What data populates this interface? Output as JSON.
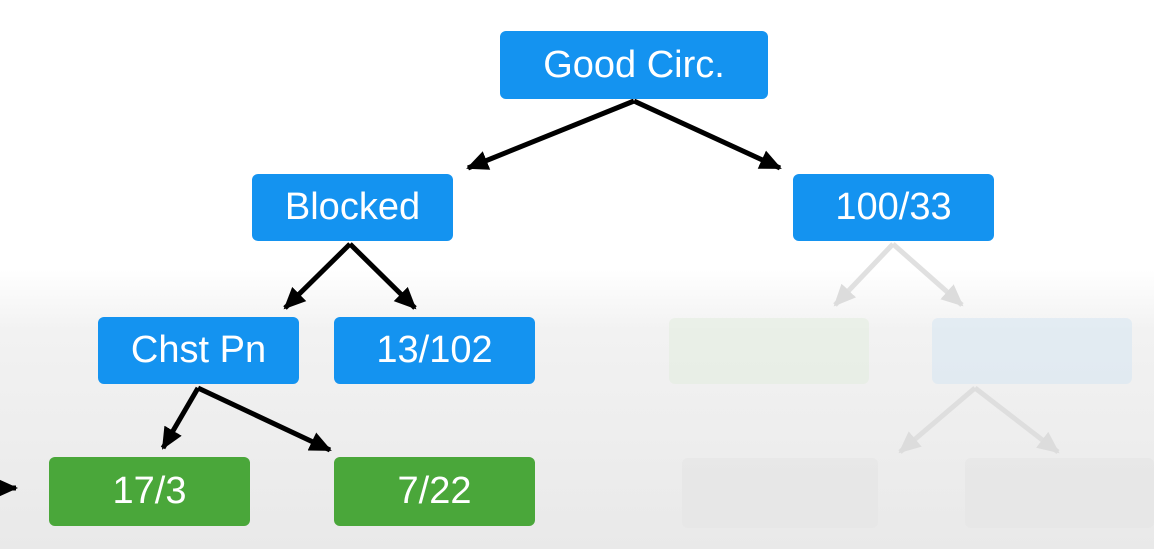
{
  "tree": {
    "root": {
      "label": "Good Circ."
    },
    "blocked": {
      "label": "Blocked"
    },
    "good_circ_right_leaf": {
      "label": "100/33"
    },
    "chest_pain": {
      "label": "Chst Pn"
    },
    "blocked_right_leaf": {
      "label": "13/102"
    },
    "chest_pain_left_leaf": {
      "label": "17/3"
    },
    "chest_pain_right_leaf": {
      "label": "7/22"
    }
  },
  "colors": {
    "node_blue": "#1493f0",
    "leaf_green": "#4aa73a",
    "arrow": "#000000",
    "faded_arrow": "#e2e2e2"
  }
}
